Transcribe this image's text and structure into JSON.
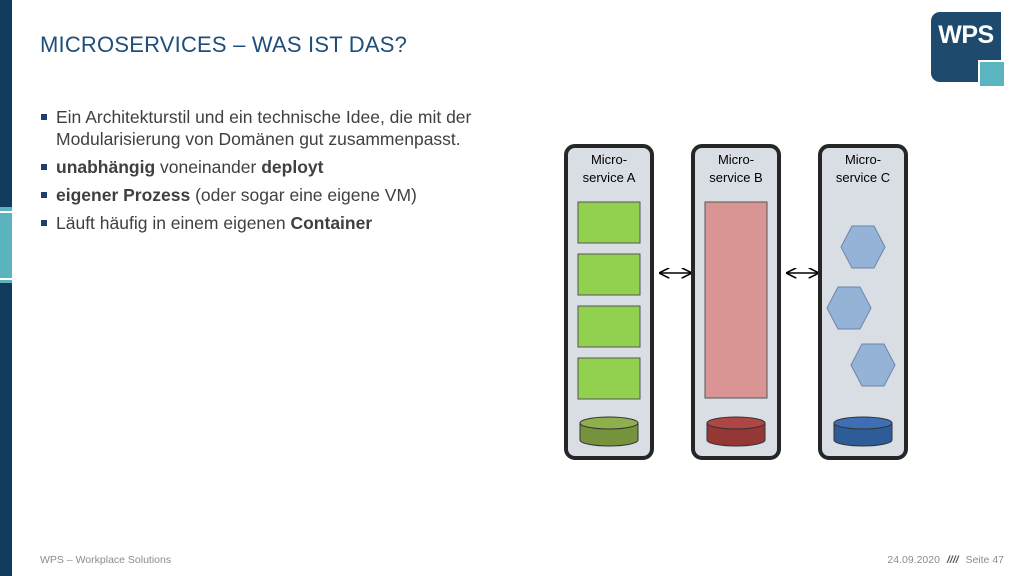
{
  "slide": {
    "title": "MICROSERVICES – WAS IST DAS?"
  },
  "logo": {
    "text": "WPS"
  },
  "bullets": [
    {
      "parts": [
        {
          "text": "Ein Architekturstil und ein technische Idee, die mit der Modularisierung von Domänen gut zusammenpasst.",
          "bold": false
        }
      ]
    },
    {
      "parts": [
        {
          "text": "unabhängig",
          "bold": true
        },
        {
          "text": " voneinander ",
          "bold": false
        },
        {
          "text": "deployt",
          "bold": true
        }
      ]
    },
    {
      "parts": [
        {
          "text": "eigener Prozess",
          "bold": true
        },
        {
          "text": " (oder sogar eine eigene VM)",
          "bold": false
        }
      ]
    },
    {
      "parts": [
        {
          "text": "Läuft häufig in einem eigenen ",
          "bold": false
        },
        {
          "text": "Container",
          "bold": true
        }
      ]
    }
  ],
  "diagram": {
    "services": [
      {
        "label_line1": "Micro-",
        "label_line2": "service A",
        "db_color": "#76923c"
      },
      {
        "label_line1": "Micro-",
        "label_line2": "service B",
        "db_color": "#953735"
      },
      {
        "label_line1": "Micro-",
        "label_line2": "service C",
        "db_color": "#2e5c99"
      }
    ],
    "colors": {
      "container_fill": "#d9dde4",
      "container_stroke": "#262626",
      "green_block": "#92d050",
      "red_block": "#d99594",
      "hexagon": "#95b3d7"
    }
  },
  "footer": {
    "company": "WPS – Workplace Solutions",
    "date": "24.09.2020",
    "separator": "////",
    "page": "Seite 47"
  }
}
